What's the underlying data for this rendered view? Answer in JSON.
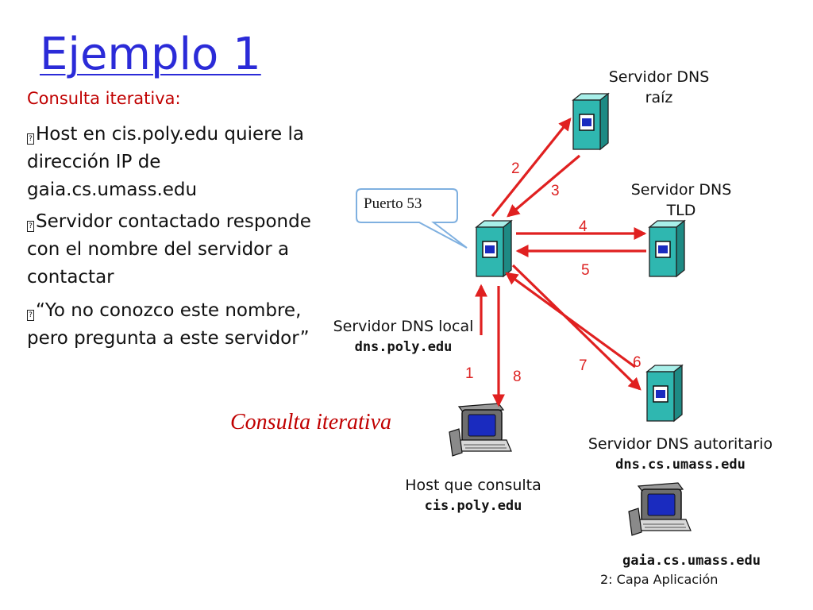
{
  "title": "Ejemplo 1",
  "subheading": "Consulta iterativa:",
  "bullets": [
    {
      "marker": "?",
      "text": "Host en cis.poly.edu quiere la dirección  IP de gaia.cs.umass.edu"
    },
    {
      "marker": "?",
      "text": "Servidor contactado responde con el nombre del servidor a contactar"
    },
    {
      "marker": "?",
      "text": "“Yo no conozco este nombre, pero pregunta a este servidor”"
    }
  ],
  "nodes": {
    "root": {
      "line1": "Servidor DNS",
      "line2": "raíz"
    },
    "tld": {
      "line1": "Servidor DNS",
      "line2": "TLD"
    },
    "local": {
      "line1": "Servidor DNS local",
      "line2": "dns.poly.edu"
    },
    "authoritative": {
      "line1": "Servidor DNS autoritario",
      "line2": "dns.cs.umass.edu"
    },
    "host": {
      "line1": "Host que consulta",
      "line2": "cis.poly.edu"
    },
    "target": {
      "line1": "gaia.cs.umass.edu"
    }
  },
  "callout": "Puerto 53",
  "steps": [
    "1",
    "2",
    "3",
    "4",
    "5",
    "6",
    "7",
    "8"
  ],
  "diagram_label": "Consulta iterativa",
  "footer": "2: Capa Aplicación",
  "colors": {
    "title": "#2b2bd8",
    "accent": "#c00000",
    "arrow": "#e02020",
    "server": "#2fb7b0"
  }
}
